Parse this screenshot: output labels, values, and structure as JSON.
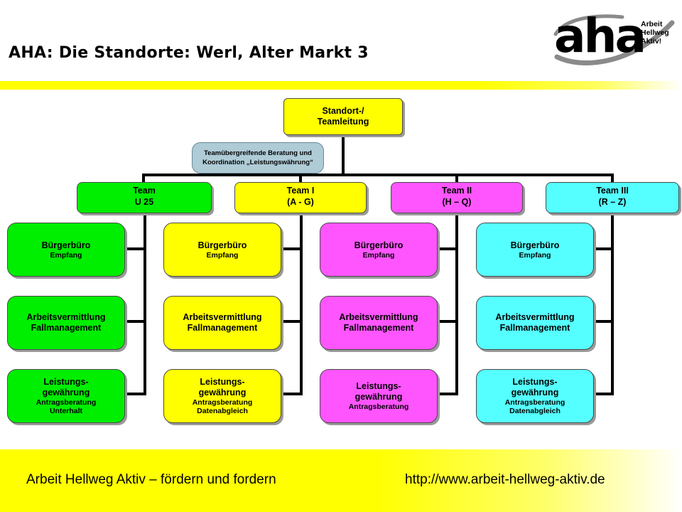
{
  "header": {
    "title": "AHA: Die Standorte: Werl, Alter Markt 3",
    "logo_word": "aha",
    "logo_tagline": [
      "Arbeit",
      "Hellweg",
      "Aktiv!"
    ]
  },
  "org": {
    "root": "Standort-/\nTeamleitung",
    "note": "Teamübergreifende Beratung und\nKoordination „Leistungswährung“",
    "teams": [
      {
        "label": "Team\n    U 25",
        "color": "#00ee00",
        "units": [
          {
            "title": "Bürgerbüro",
            "sub": "Empfang"
          },
          {
            "title": "Arbeitsvermittlung\nFallmanagement",
            "sub": ""
          },
          {
            "title": "Leistungs-\ngewährung",
            "sub": "Antragsberatung\nUnterhalt"
          }
        ]
      },
      {
        "label": "Team  I\n   (A - G)",
        "color": "#ffff00",
        "units": [
          {
            "title": "Bürgerbüro",
            "sub": "Empfang"
          },
          {
            "title": "Arbeitsvermittlung\nFallmanagement",
            "sub": ""
          },
          {
            "title": "Leistungs-\ngewährung",
            "sub": "Antragsberatung\nDatenabgleich"
          }
        ]
      },
      {
        "label": "Team  II\n   (H – Q)",
        "color": "#ff55ff",
        "units": [
          {
            "title": "Bürgerbüro",
            "sub": "Empfang"
          },
          {
            "title": "Arbeitsvermittlung\nFallmanagement",
            "sub": ""
          },
          {
            "title": "Leistungs-\ngewährung",
            "sub": "Antragsberatung"
          }
        ]
      },
      {
        "label": "Team  III\n   (R – Z)",
        "color": "#55ffff",
        "units": [
          {
            "title": "Bürgerbüro",
            "sub": "Empfang"
          },
          {
            "title": "Arbeitsvermittlung\nFallmanagement",
            "sub": ""
          },
          {
            "title": "Leistungs-\ngewährung",
            "sub": "Antragsberatung\nDatenabgleich"
          }
        ]
      }
    ]
  },
  "footer": {
    "left": "Arbeit Hellweg Aktiv – fördern und fordern",
    "right": "http://www.arbeit-hellweg-aktiv.de"
  },
  "colors": {
    "accent_yellow": "#ffff00",
    "root_box": "#ffff00",
    "note_box": "#aecbd6"
  }
}
